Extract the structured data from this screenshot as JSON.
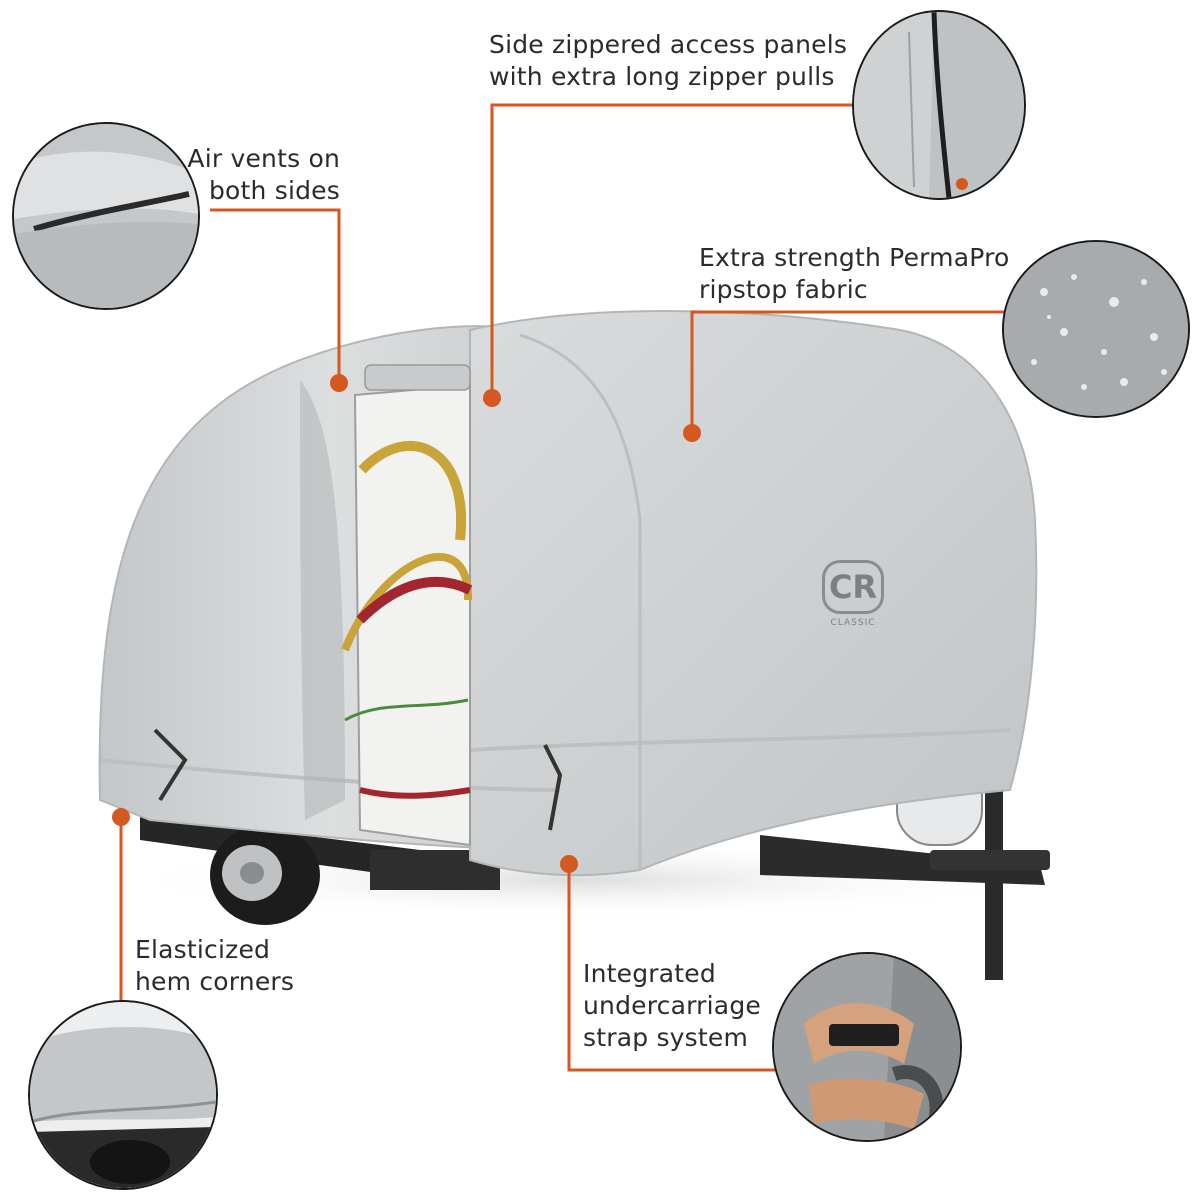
{
  "callouts": {
    "air_vents": {
      "lines": [
        "Air vents on",
        "both sides"
      ]
    },
    "zipper_panels": {
      "lines": [
        "Side zippered access panels",
        "with extra long zipper pulls"
      ]
    },
    "fabric": {
      "lines": [
        "Extra strength PermaPro",
        "ripstop fabric"
      ]
    },
    "hem_corners": {
      "lines": [
        "Elasticized",
        "hem corners"
      ]
    },
    "strap_system": {
      "lines": [
        "Integrated",
        "undercarriage",
        "strap system"
      ]
    }
  },
  "logo": {
    "mark": "CR",
    "text": "CLASSIC"
  },
  "colors": {
    "accent": "#d4581f",
    "cover": "#d3d5d6",
    "cover_shadow": "#b9bcbe",
    "text": "#2b2b2b"
  }
}
